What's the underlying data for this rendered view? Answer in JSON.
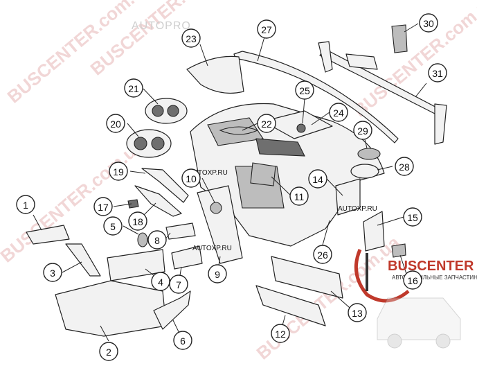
{
  "callouts": [
    "1",
    "2",
    "3",
    "4",
    "5",
    "6",
    "7",
    "8",
    "9",
    "10",
    "11",
    "12",
    "13",
    "14",
    "15",
    "16",
    "17",
    "18",
    "19",
    "20",
    "21",
    "22",
    "23",
    "24",
    "25",
    "26",
    "27",
    "28",
    "29",
    "30",
    "31"
  ],
  "site_tags": [
    "AUTOXP.RU",
    "AUTOXP.RU",
    "AUTOXP.RU"
  ],
  "watermark_top": "AUTOPRO",
  "watermarks": [
    "BUSCENTER.com.ua",
    "BUSCENTER.com.ua",
    "BUSCENTER.com.ua",
    "BUSCENTER.com.ua",
    "BUSCENTER.com.ua"
  ],
  "brand": {
    "name": "BUSCENTER",
    "tagline": "АВТОМОБИЛЬНЫЕ ЗАПЧАСТИНИ",
    "color": "#c0392b"
  }
}
